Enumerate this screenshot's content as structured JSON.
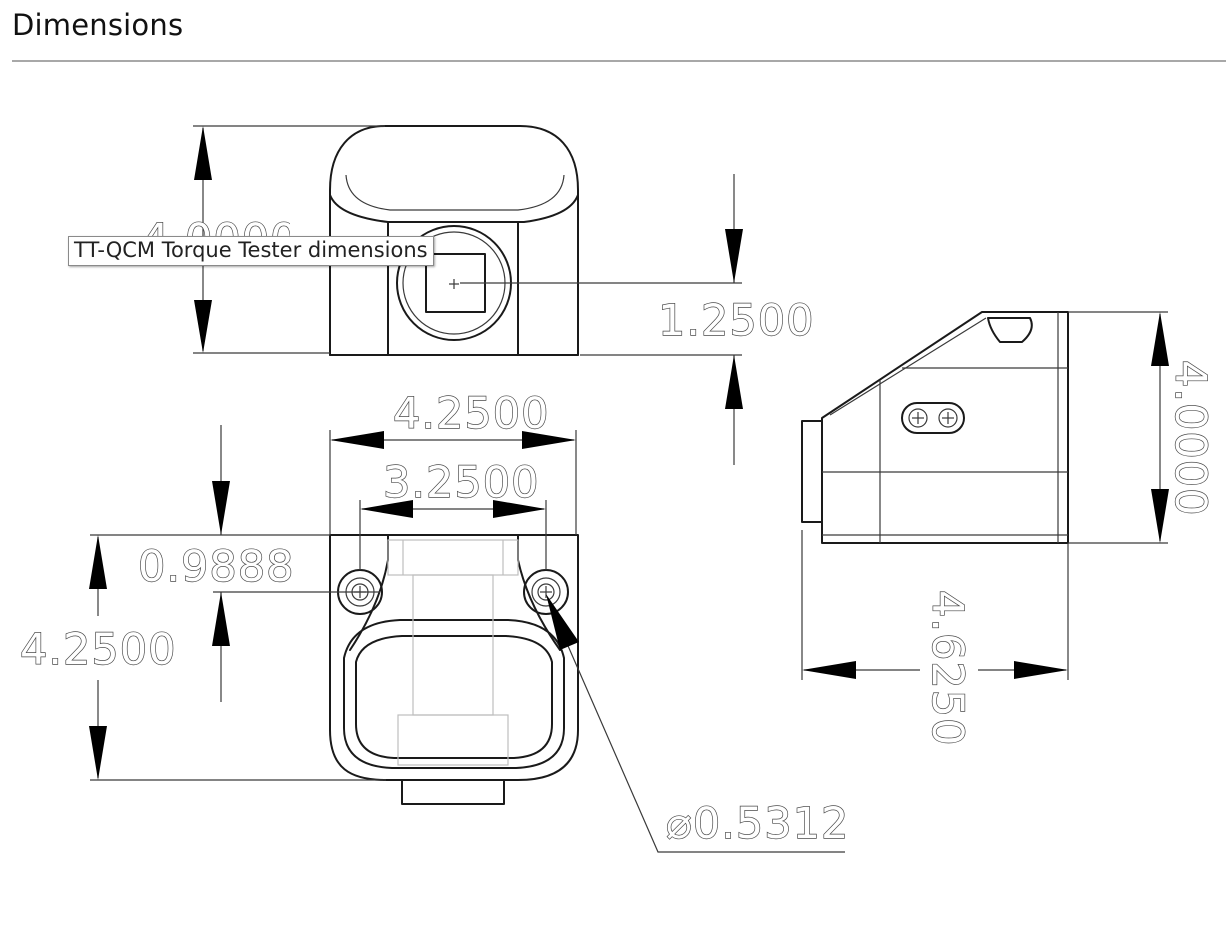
{
  "page": {
    "heading": "Dimensions"
  },
  "drawing": {
    "tooltip": "TT-QCM Torque Tester dimensions",
    "dimensions": {
      "front_height_partial": "4.0000",
      "front_offset": "1.2500",
      "bottom_width_outer": "4.2500",
      "bottom_width_holes": "3.2500",
      "bottom_hole_offset": "0.9888",
      "bottom_depth": "4.2500",
      "hole_diameter": "⌀0.5312",
      "side_height": "4.0000",
      "side_length": "4.6250"
    }
  }
}
